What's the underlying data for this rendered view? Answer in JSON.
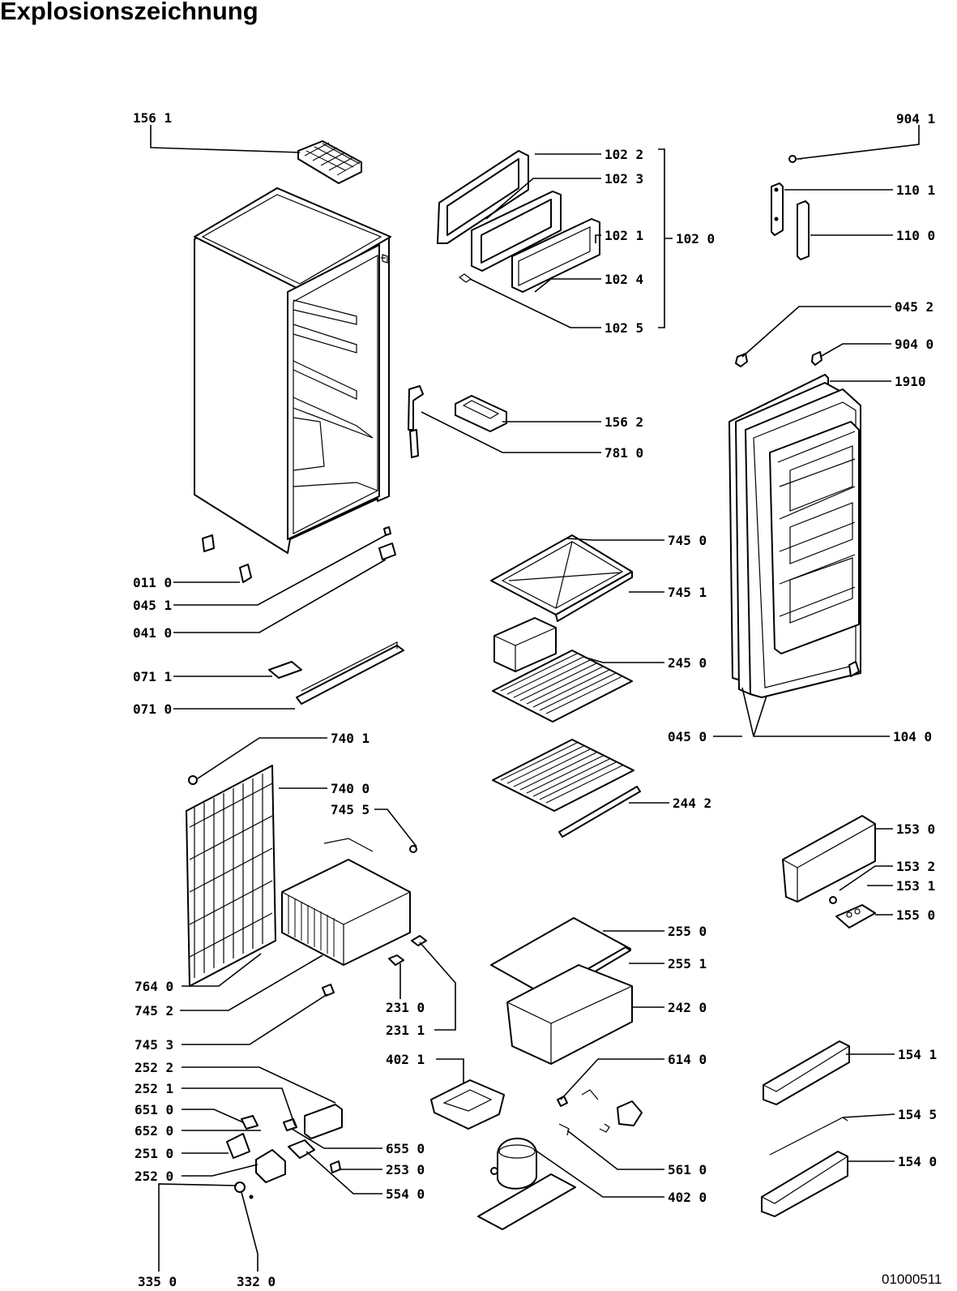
{
  "title": "Explosionszeichnung",
  "document_id": "01000511",
  "part_labels": [
    "156 1",
    "102 2",
    "102 3",
    "102 1",
    "102 4",
    "102 5",
    "102 0",
    "904 1",
    "110 1",
    "110 0",
    "045 2",
    "904 0",
    "1910",
    "156 2",
    "781 0",
    "745 0",
    "745 1",
    "245 0",
    "011 0",
    "045 1",
    "041 0",
    "071 1",
    "071 0",
    "045 0",
    "104 0",
    "740 1",
    "740 0",
    "745 5",
    "244 2",
    "153 0",
    "153 2",
    "153 1",
    "155 0",
    "255 0",
    "255 1",
    "242 0",
    "764 0",
    "745 2",
    "231 0",
    "231 1",
    "745 3",
    "402 1",
    "614 0",
    "154 1",
    "252 2",
    "252 1",
    "651 0",
    "652 0",
    "251 0",
    "252 0",
    "655 0",
    "253 0",
    "554 0",
    "561 0",
    "402 0",
    "154 5",
    "154 0",
    "335 0",
    "332 0"
  ]
}
